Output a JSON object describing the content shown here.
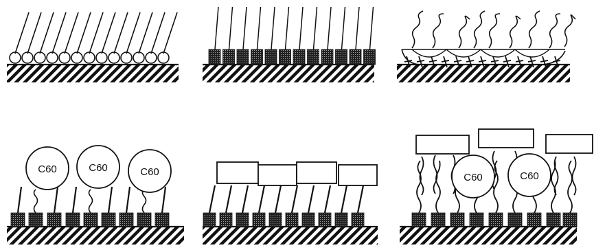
{
  "panels": [
    {
      "id": "p1",
      "kind": "tilted-tails-on-heads"
    },
    {
      "id": "p2",
      "kind": "straight-tails-on-blocks"
    },
    {
      "id": "p3",
      "kind": "bent-tails-on-film"
    },
    {
      "id": "p4",
      "kind": "c60-on-tethers",
      "c60_labels": [
        "C60",
        "C60",
        "C60"
      ]
    },
    {
      "id": "p5",
      "kind": "rectangles-on-tethers"
    },
    {
      "id": "p6",
      "kind": "rectangles-and-c60-on-tethers",
      "c60_labels": [
        "C60",
        "C60"
      ]
    }
  ],
  "colors": {
    "ink": "#111111",
    "background": "#ffffff"
  }
}
